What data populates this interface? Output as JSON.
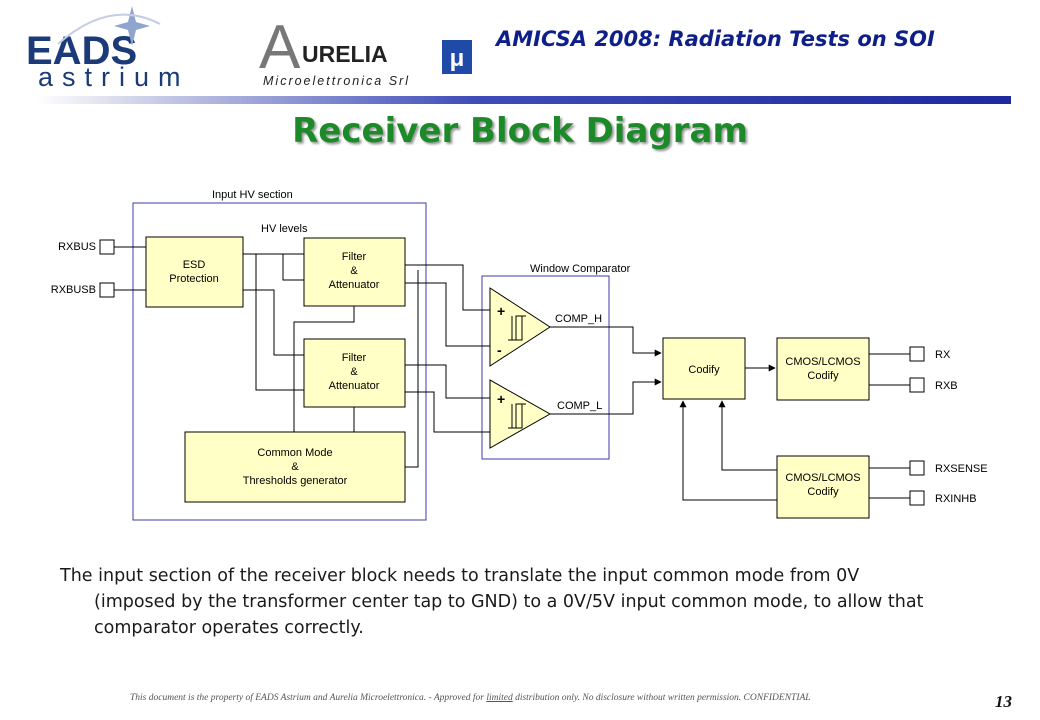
{
  "header": {
    "eads_logo_text": "EADS",
    "astrium_logo_text": "astrium",
    "aurelia_logo_letter": "A",
    "aurelia_logo_name": "URELIA",
    "aurelia_logo_subtitle": "Microelettronica Srl",
    "aurelia_logo_symbol": "μ",
    "title": "AMICSA 2008: Radiation Tests on SOI"
  },
  "slide_title": "Receiver Block Diagram",
  "diagram": {
    "input_section_label": "Input HV section",
    "hv_levels_label": "HV levels",
    "window_comparator_label": "Window Comparator",
    "inputs": [
      "RXBUS",
      "RXBUSB"
    ],
    "esd_block": [
      "ESD",
      "Protection"
    ],
    "filter_block": [
      "Filter",
      "&",
      "Attenuator"
    ],
    "common_mode_block": [
      "Common Mode",
      "&",
      "Thresholds generator"
    ],
    "comparator_plus": "+",
    "comparator_minus": "-",
    "comp_h_label": "COMP_H",
    "comp_l_label": "COMP_L",
    "codify_block": "Codify",
    "cmos_block": [
      "CMOS/LCMOS",
      "Codify"
    ],
    "outputs_top": [
      "RX",
      "RXB"
    ],
    "outputs_bottom": [
      "RXSENSE",
      "RXINHB"
    ]
  },
  "body_text": [
    "The input section of the receiver block needs to translate the input common mode from 0V",
    "(imposed by the transformer center tap to GND) to a 0V/5V input common mode, to allow that",
    "comparator operates correctly."
  ],
  "footer": {
    "note_before": "This document is the property of EADS Astrium and Aurelia Microelettronica. - Approved for ",
    "note_underlined": "limited",
    "note_after": " distribution only. No disclosure without written permission. CONFIDENTIAL",
    "page_number": "13"
  },
  "colors": {
    "header_title": "#0f1f8a",
    "slide_title": "#1d8a2a",
    "block_fill": "#ffffc6",
    "frame_blue": "#3c3ca8"
  }
}
